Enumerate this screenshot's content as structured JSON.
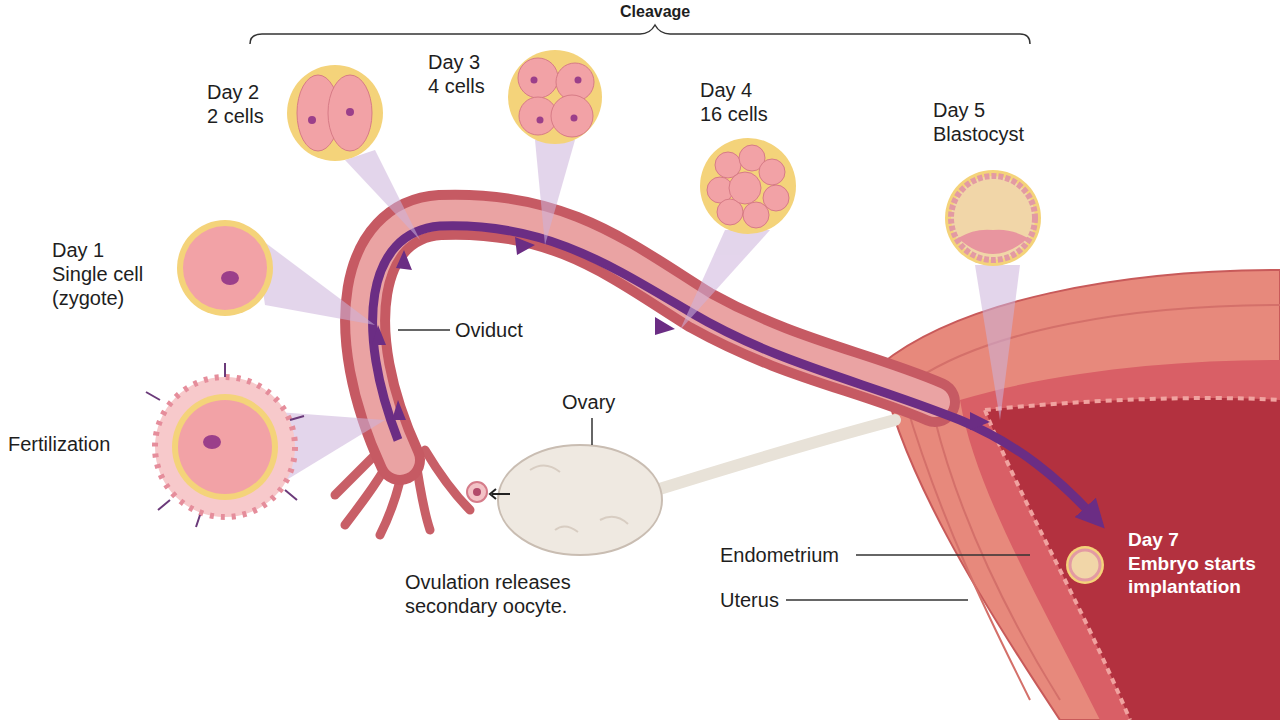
{
  "diagram": {
    "labels": [
      "Cleavage",
      "Day 2",
      "2 cells",
      "Day 3",
      "4 cells",
      "Day 4",
      "16 cells",
      "Day 5",
      "Blastocyst",
      "Day 1",
      "Single cell (zygote)",
      "Fertilization",
      "Oviduct",
      "Ovary",
      "Ovulation releases secondary oocyte.",
      "Endometrium",
      "Uterus",
      "Day 7",
      "Embryo starts implantation"
    ]
  }
}
